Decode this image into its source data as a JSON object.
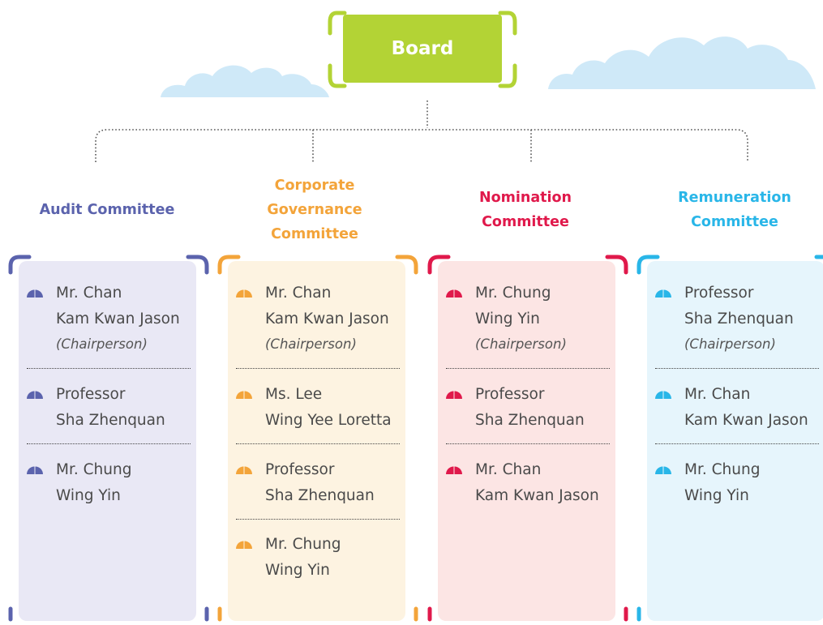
{
  "board": {
    "label": "Board",
    "color": "#b3d335"
  },
  "committees": [
    {
      "title": "Audit Committee",
      "color": "#5b63ad",
      "members": [
        {
          "line1": "Mr. Chan",
          "line2": "Kam Kwan Jason",
          "role": "(Chairperson)"
        },
        {
          "line1": "Professor",
          "line2": "Sha Zhenquan"
        },
        {
          "line1": "Mr. Chung",
          "line2": "Wing Yin"
        }
      ]
    },
    {
      "title": "Corporate Governance Committee",
      "title_lines": [
        "Corporate",
        "Governance",
        "Committee"
      ],
      "color": "#f3a43a",
      "members": [
        {
          "line1": "Mr. Chan",
          "line2": "Kam Kwan Jason",
          "role": "(Chairperson)"
        },
        {
          "line1": "Ms. Lee",
          "line2": "Wing Yee Loretta"
        },
        {
          "line1": "Professor",
          "line2": "Sha Zhenquan"
        },
        {
          "line1": "Mr. Chung",
          "line2": "Wing Yin"
        }
      ]
    },
    {
      "title": "Nomination Committee",
      "title_lines": [
        "Nomination",
        "Committee"
      ],
      "color": "#e0194b",
      "members": [
        {
          "line1": "Mr. Chung",
          "line2": "Wing Yin",
          "role": "(Chairperson)"
        },
        {
          "line1": "Professor",
          "line2": "Sha Zhenquan"
        },
        {
          "line1": "Mr. Chan",
          "line2": "Kam Kwan Jason"
        }
      ]
    },
    {
      "title": "Remuneration Committee",
      "title_lines": [
        "Remuneration",
        "Committee"
      ],
      "color": "#29b6e8",
      "members": [
        {
          "line1": "Professor",
          "line2": "Sha Zhenquan",
          "role": "(Chairperson)"
        },
        {
          "line1": "Mr. Chan",
          "line2": "Kam Kwan Jason"
        },
        {
          "line1": "Mr. Chung",
          "line2": "Wing Yin"
        }
      ]
    }
  ]
}
